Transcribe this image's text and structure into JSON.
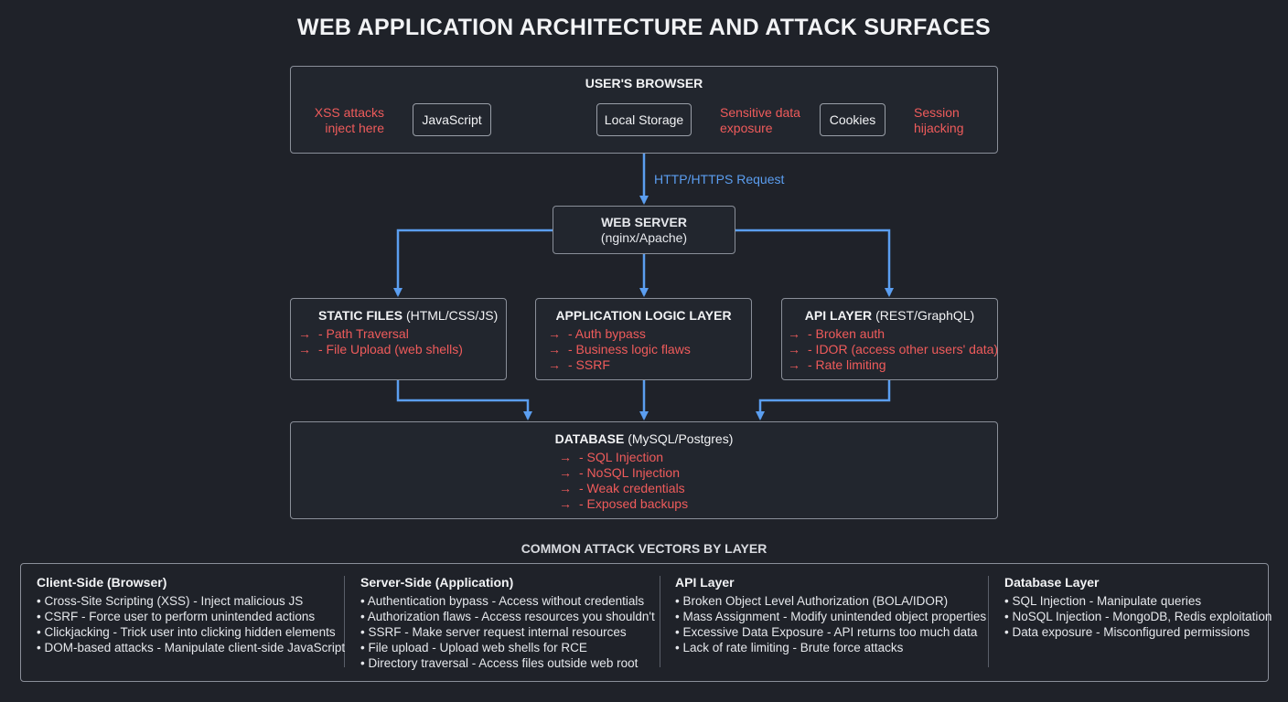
{
  "title": "WEB APPLICATION ARCHITECTURE AND ATTACK SURFACES",
  "browser": {
    "title": "USER'S BROWSER",
    "components": {
      "javascript": "JavaScript",
      "local_storage": "Local Storage",
      "cookies": "Cookies"
    },
    "threats": {
      "xss": [
        "XSS attacks",
        "inject here"
      ],
      "sensitive": [
        "Sensitive data",
        "exposure"
      ],
      "session": [
        "Session",
        "hijacking"
      ]
    }
  },
  "request_label": "HTTP/HTTPS Request",
  "web_server": {
    "title": "WEB SERVER",
    "subtitle": "(nginx/Apache)"
  },
  "layers": {
    "static": {
      "title": "STATIC FILES",
      "suffix": "(HTML/CSS/JS)",
      "attacks": [
        "- Path Traversal",
        "- File Upload (web shells)"
      ]
    },
    "logic": {
      "title": "APPLICATION LOGIC LAYER",
      "suffix": "",
      "attacks": [
        "- Auth bypass",
        "- Business logic flaws",
        "- SSRF"
      ]
    },
    "api": {
      "title": "API LAYER",
      "suffix": "(REST/GraphQL)",
      "attacks": [
        "- Broken auth",
        "- IDOR (access other users' data)",
        "- Rate limiting"
      ]
    }
  },
  "database": {
    "title": "DATABASE",
    "suffix": "(MySQL/Postgres)",
    "attacks": [
      "- SQL Injection",
      "- NoSQL Injection",
      "- Weak credentials",
      "- Exposed backups"
    ]
  },
  "vectors": {
    "title": "COMMON ATTACK VECTORS BY LAYER",
    "columns": [
      {
        "heading": "Client-Side (Browser)",
        "items": [
          "• Cross-Site Scripting (XSS) - Inject malicious JS",
          "• CSRF - Force user to perform unintended actions",
          "• Clickjacking - Trick user into clicking hidden elements",
          "• DOM-based attacks - Manipulate client-side JavaScript"
        ]
      },
      {
        "heading": "Server-Side (Application)",
        "items": [
          "• Authentication bypass - Access without credentials",
          "• Authorization flaws - Access resources you shouldn't",
          "• SSRF - Make server request internal resources",
          "• File upload - Upload web shells for RCE",
          "• Directory traversal - Access files outside web root"
        ]
      },
      {
        "heading": "API Layer",
        "items": [
          "• Broken Object Level Authorization (BOLA/IDOR)",
          "• Mass Assignment - Modify unintended object properties",
          "• Excessive Data Exposure - API returns too much data",
          "• Lack of rate limiting - Brute force attacks"
        ]
      },
      {
        "heading": "Database Layer",
        "items": [
          "• SQL Injection - Manipulate queries",
          "• NoSQL Injection - MongoDB, Redis exploitation",
          "• Data exposure - Misconfigured permissions"
        ]
      }
    ]
  },
  "colors": {
    "background": "#1f2229",
    "flow_arrow": "#5b9ef0",
    "threat": "#ef5b5b",
    "border": "#8a8f99"
  }
}
